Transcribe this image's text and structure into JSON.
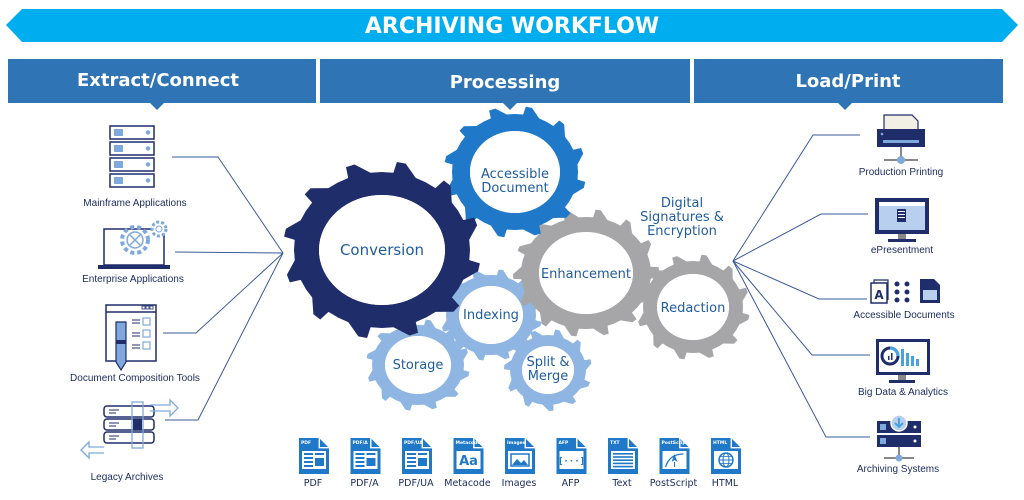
{
  "banner": {
    "title": "ARCHIVING WORKFLOW"
  },
  "colors": {
    "banner": "#00aeef",
    "header": "#2f75b5",
    "navy": "#1f2d6b",
    "blue": "#1f78c8",
    "gray": "#a6a6a8",
    "light_blue": "#8fb6e3",
    "text_blue": "#1f5c9e",
    "label_dark": "#1b2a5c",
    "line": "#3a5a9a",
    "icon_light": "#7fa9dc"
  },
  "columns": [
    {
      "label": "Extract/Connect"
    },
    {
      "label": "Processing"
    },
    {
      "label": "Load/Print"
    }
  ],
  "sources": [
    {
      "label": "Mainframe Applications",
      "icon": "server-stack-icon"
    },
    {
      "label": "Enterprise Applications",
      "icon": "laptop-gears-icon"
    },
    {
      "label": "Document Composition Tools",
      "icon": "document-pen-icon"
    },
    {
      "label": "Legacy Archives",
      "icon": "archive-arrows-icon"
    }
  ],
  "gears": [
    {
      "label_lines": [
        "Conversion"
      ],
      "color": "navy"
    },
    {
      "label_lines": [
        "Accessible",
        "Document"
      ],
      "color": "blue"
    },
    {
      "label_lines": [
        "Enhancement"
      ],
      "color": "gray"
    },
    {
      "label_lines": [
        "Redaction"
      ],
      "color": "gray"
    },
    {
      "label_lines": [
        "Indexing"
      ],
      "color": "light_blue"
    },
    {
      "label_lines": [
        "Storage"
      ],
      "color": "light_blue"
    },
    {
      "label_lines": [
        "Split &",
        "Merge"
      ],
      "color": "light_blue"
    }
  ],
  "floating_label": {
    "lines": [
      "Digital",
      "Signatures &",
      "Encryption"
    ]
  },
  "formats": [
    {
      "label": "PDF",
      "tag": "PDF",
      "glyph": "layout"
    },
    {
      "label": "PDF/A",
      "tag": "PDF/A",
      "glyph": "layout"
    },
    {
      "label": "PDF/UA",
      "tag": "PDF/UA",
      "glyph": "layout"
    },
    {
      "label": "Metacode",
      "tag": "Metacode",
      "glyph": "Aa"
    },
    {
      "label": "Images",
      "tag": "Images",
      "glyph": "image"
    },
    {
      "label": "AFP",
      "tag": "AFP",
      "glyph": "[···]"
    },
    {
      "label": "Text",
      "tag": "TXT",
      "glyph": "lines"
    },
    {
      "label": "PostScript",
      "tag": "PostScript",
      "glyph": "vector"
    },
    {
      "label": "HTML",
      "tag": "HTML",
      "glyph": "globe"
    }
  ],
  "outputs": [
    {
      "label": "Production Printing",
      "icon": "printer-icon"
    },
    {
      "label": "ePresentment",
      "icon": "monitor-document-icon"
    },
    {
      "label": "Accessible Documents",
      "icon": "accessible-docs-icon"
    },
    {
      "label": "Big Data & Analytics",
      "icon": "analytics-monitor-icon"
    },
    {
      "label": "Archiving Systems",
      "icon": "archive-server-icon"
    }
  ]
}
